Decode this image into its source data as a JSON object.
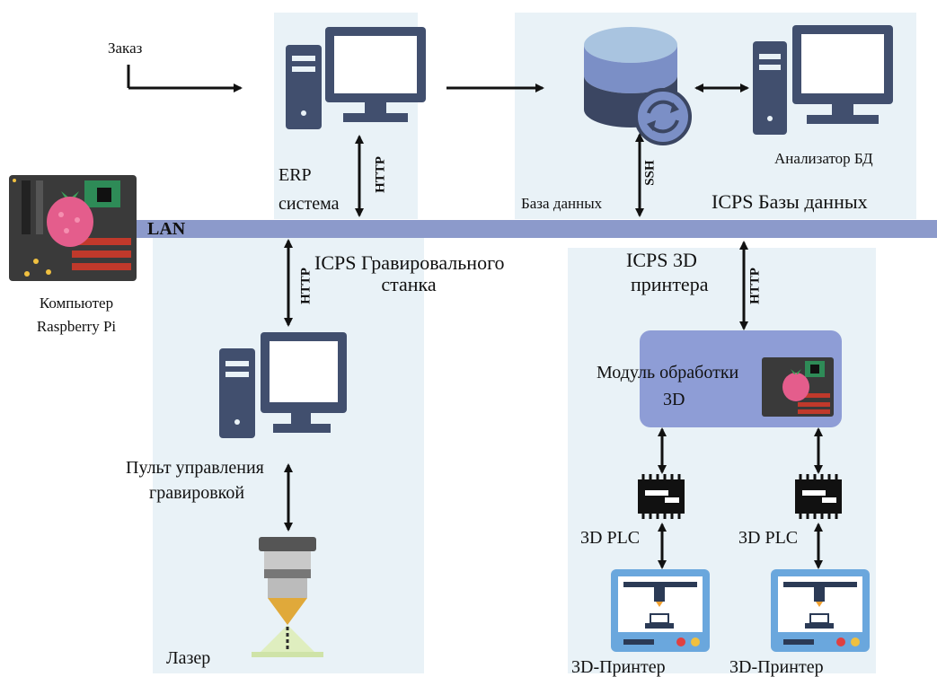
{
  "labels": {
    "order": "Заказ",
    "erp_line1": "ERP",
    "erp_line2": "система",
    "db_label": "База данных",
    "db_analyzer": "Анализатор БД",
    "icps_db": "ICPS Базы данных",
    "lan": "LAN",
    "rpi_line1": "Компьютер",
    "rpi_line2": "Raspberry Pi",
    "icps_engraver_line1": "ICPS Гравировального",
    "icps_engraver_line2": "станка",
    "icps_3d_line1": "ICPS 3D",
    "icps_3d_line2": "принтера",
    "control_line1": "Пульт управления",
    "control_line2": "гравировкой",
    "laser": "Лазер",
    "module_line1": "Модуль обработки",
    "module_line2": "3D",
    "plc_left": "3D PLC",
    "plc_right": "3D PLC",
    "printer_left": "3D-Принтер",
    "printer_right": "3D-Принтер"
  },
  "protocols": {
    "erp_http": "HTTP",
    "db_ssh": "SSH",
    "engraver_http": "HTTP",
    "printer_http": "HTTP"
  },
  "colors": {
    "lan_bar": "#8c9acb",
    "zone_bg": "#e9f2f7",
    "monitor": "#414f6e",
    "module_bg": "#8e9dd6",
    "db_top": "#a9c4e0",
    "db_mid": "#7b8fc6",
    "db_bot": "#3b4662",
    "printer_frame": "#6aa7dd",
    "arrow": "#111111"
  },
  "icons": [
    "desktop-computer-icon",
    "database-sync-icon",
    "raspberry-pi-board-icon",
    "plc-chip-icon",
    "laser-head-icon",
    "3d-printer-icon"
  ]
}
